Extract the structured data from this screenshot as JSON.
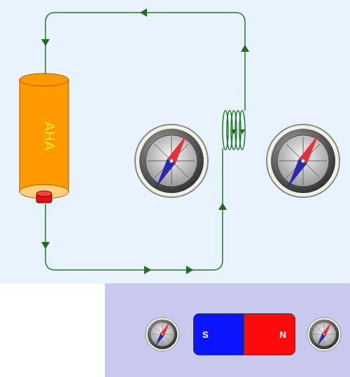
{
  "diagram": {
    "nodes": [
      {
        "text": [
          "AHA"
        ]
      },
      {
        "text": [
          "S"
        ]
      },
      {
        "text": [
          "N"
        ]
      }
    ]
  }
}
